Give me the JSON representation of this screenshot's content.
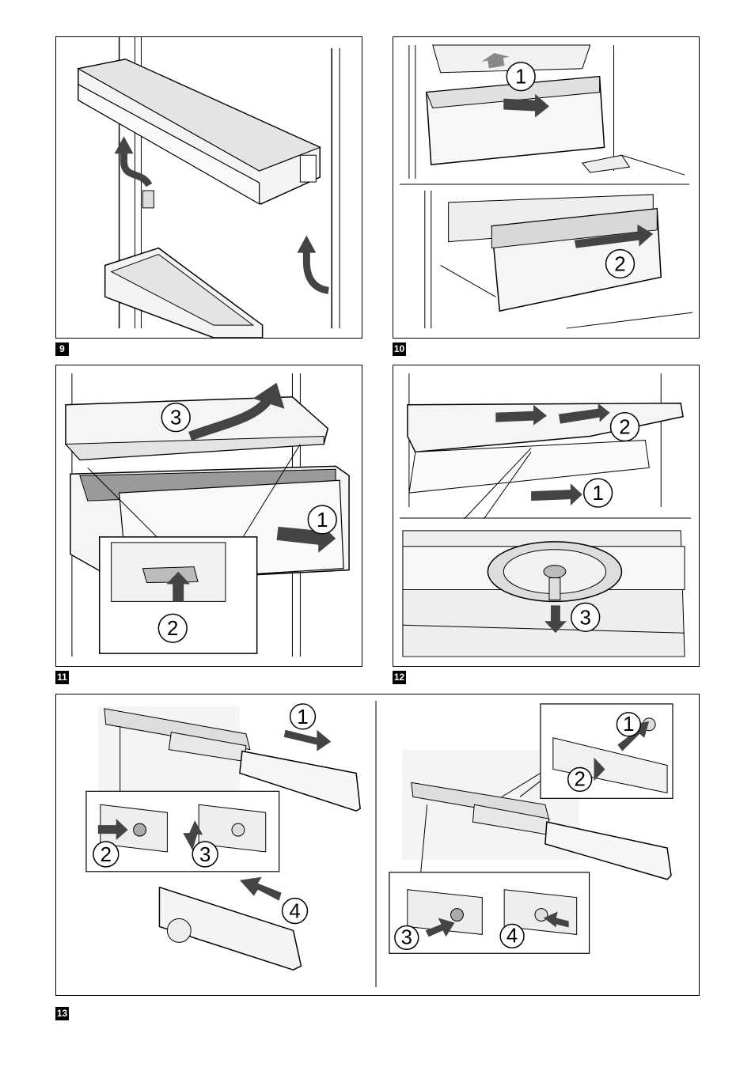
{
  "figures": [
    {
      "number": "9",
      "steps": []
    },
    {
      "number": "10",
      "steps": [
        "1",
        "2"
      ]
    },
    {
      "number": "11",
      "steps": [
        "1",
        "2",
        "3"
      ]
    },
    {
      "number": "12",
      "steps": [
        "1",
        "2",
        "3"
      ]
    },
    {
      "number": "13",
      "steps": [
        "1",
        "2",
        "3",
        "4",
        "1",
        "2",
        "3",
        "4"
      ]
    }
  ],
  "colors": {
    "ink": "#000000",
    "arrow": "#444444",
    "light_fill": "#f2f2f2",
    "mid_fill": "#cfcfcf",
    "dark_fill": "#8a8a8a"
  }
}
